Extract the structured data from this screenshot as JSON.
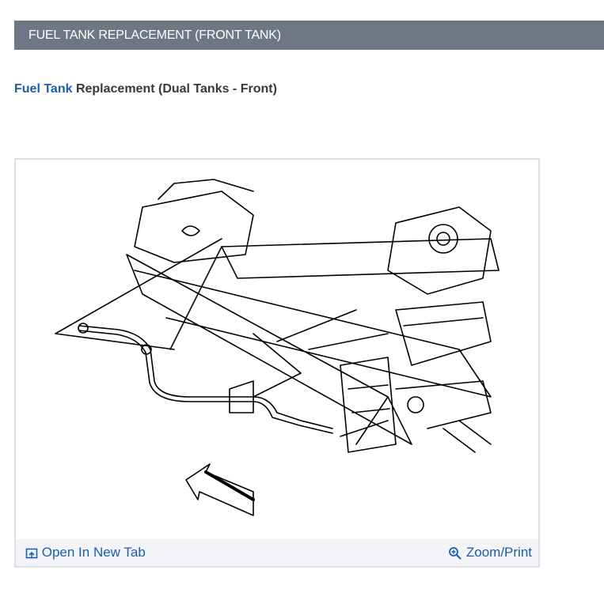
{
  "section": {
    "title": "FUEL TANK REPLACEMENT (FRONT TANK)"
  },
  "subtitle": {
    "link_text": "Fuel Tank",
    "rest_text": " Replacement (Dual Tanks - Front)"
  },
  "figure": {
    "open_tab_label": "Open In New Tab",
    "zoom_label": "Zoom/Print"
  },
  "icons": {
    "open_tab": "open-in-new-tab-icon",
    "zoom": "zoom-in-icon"
  },
  "colors": {
    "header_bg": "#6e7884",
    "link": "#1b5fa8",
    "footer_bg": "#f2f4f7"
  }
}
